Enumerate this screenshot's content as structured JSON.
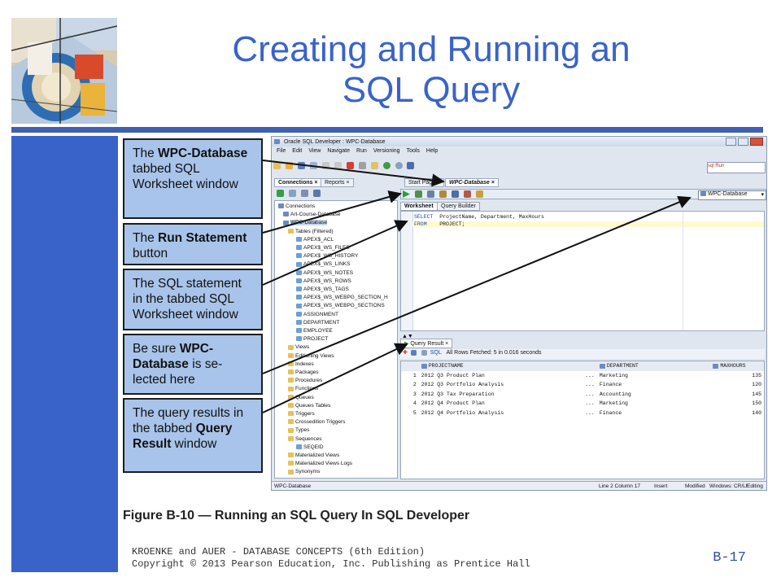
{
  "slide": {
    "title_line1": "Creating and Running an",
    "title_line2": "SQL Query",
    "slide_number": "B-17",
    "credit_line1": "KROENKE and AUER - DATABASE CONCEPTS (6th Edition)",
    "credit_line2": "Copyright © 2013 Pearson Education, Inc. Publishing as Prentice Hall",
    "figure_caption": "Figure B-10 — Running an SQL Query In SQL Developer"
  },
  "callouts": [
    [
      {
        "t": "The ",
        "b": false
      },
      {
        "t": "WPC-Database",
        "b": true
      },
      {
        "t": " tabbed SQL Worksheet window",
        "b": false
      }
    ],
    [
      {
        "t": "The ",
        "b": false
      },
      {
        "t": "Run Statement",
        "b": true
      },
      {
        "t": " button",
        "b": false
      }
    ],
    [
      {
        "t": "The SQL statement in the tabbed SQL Worksheet window",
        "b": false
      }
    ],
    [
      {
        "t": "Be sure ",
        "b": false
      },
      {
        "t": "WPC-Database",
        "b": true
      },
      {
        "t": " is se-lected here",
        "b": false
      }
    ],
    [
      {
        "t": "The query results in the tabbed ",
        "b": false
      },
      {
        "t": "Query Result",
        "b": true
      },
      {
        "t": " window",
        "b": false
      }
    ]
  ],
  "app": {
    "window_title": "Oracle SQL Developer : WPC-Database",
    "menu": [
      "File",
      "Edit",
      "View",
      "Navigate",
      "Run",
      "Versioning",
      "Tools",
      "Help"
    ],
    "search_hint": "sql Run",
    "left_tabs": [
      "Connections",
      "Reports"
    ],
    "doc_tabs": [
      "Start Page",
      "WPC-Database"
    ],
    "connection_selector": "WPC-Database",
    "sub_tabs": [
      "Worksheet",
      "Query Builder"
    ],
    "sql_lines": [
      {
        "kw": "SELECT",
        "rest": "ProjectName, Department, MaxHours"
      },
      {
        "kw": "FROM",
        "rest": "PROJECT;"
      }
    ],
    "tree": [
      "Connections",
      "Art-Course-Database",
      "WPC-Database",
      "Tables (Filtered)",
      "APEX$_ACL",
      "APEX$_WS_FILES",
      "APEX$_WS_HISTORY",
      "APEX$_WS_LINKS",
      "APEX$_WS_NOTES",
      "APEX$_WS_ROWS",
      "APEX$_WS_TAGS",
      "APEX$_WS_WEBPG_SECTION_H",
      "APEX$_WS_WEBPG_SECTIONS",
      "ASSIGNMENT",
      "DEPARTMENT",
      "EMPLOYEE",
      "PROJECT",
      "Views",
      "Editioning Views",
      "Indexes",
      "Packages",
      "Procedures",
      "Functions",
      "Queues",
      "Queues Tables",
      "Triggers",
      "Crossedition Triggers",
      "Types",
      "Sequences",
      "SEQEID",
      "Materialized Views",
      "Materialized Views Logs",
      "Synonyms"
    ],
    "result_tab": "Query Result",
    "fetch_status": "All Rows Fetched: 5 in 0.016 seconds",
    "sql_link": "SQL",
    "result_headers": [
      "PROJECTNAME",
      "DEPARTMENT",
      "MAXHOURS"
    ],
    "result_rows": [
      [
        "1",
        "2012 Q3 Product Plan",
        "...",
        "Marketing",
        "135"
      ],
      [
        "2",
        "2012 Q3 Portfolio Analysis",
        "...",
        "Finance",
        "120"
      ],
      [
        "3",
        "2012 Q3 Tax Preparation",
        "...",
        "Accounting",
        "145"
      ],
      [
        "4",
        "2012 Q4 Product Plan",
        "...",
        "Marketing",
        "150"
      ],
      [
        "5",
        "2012 Q4 Portfolio Analysis",
        "...",
        "Finance",
        "140"
      ]
    ],
    "status": {
      "connection": "WPC-Database",
      "position": "Line 2 Column 17",
      "mode": "Insert",
      "modified": "Modified",
      "eol": "Windows: CR/LF",
      "state": "Editing"
    }
  }
}
